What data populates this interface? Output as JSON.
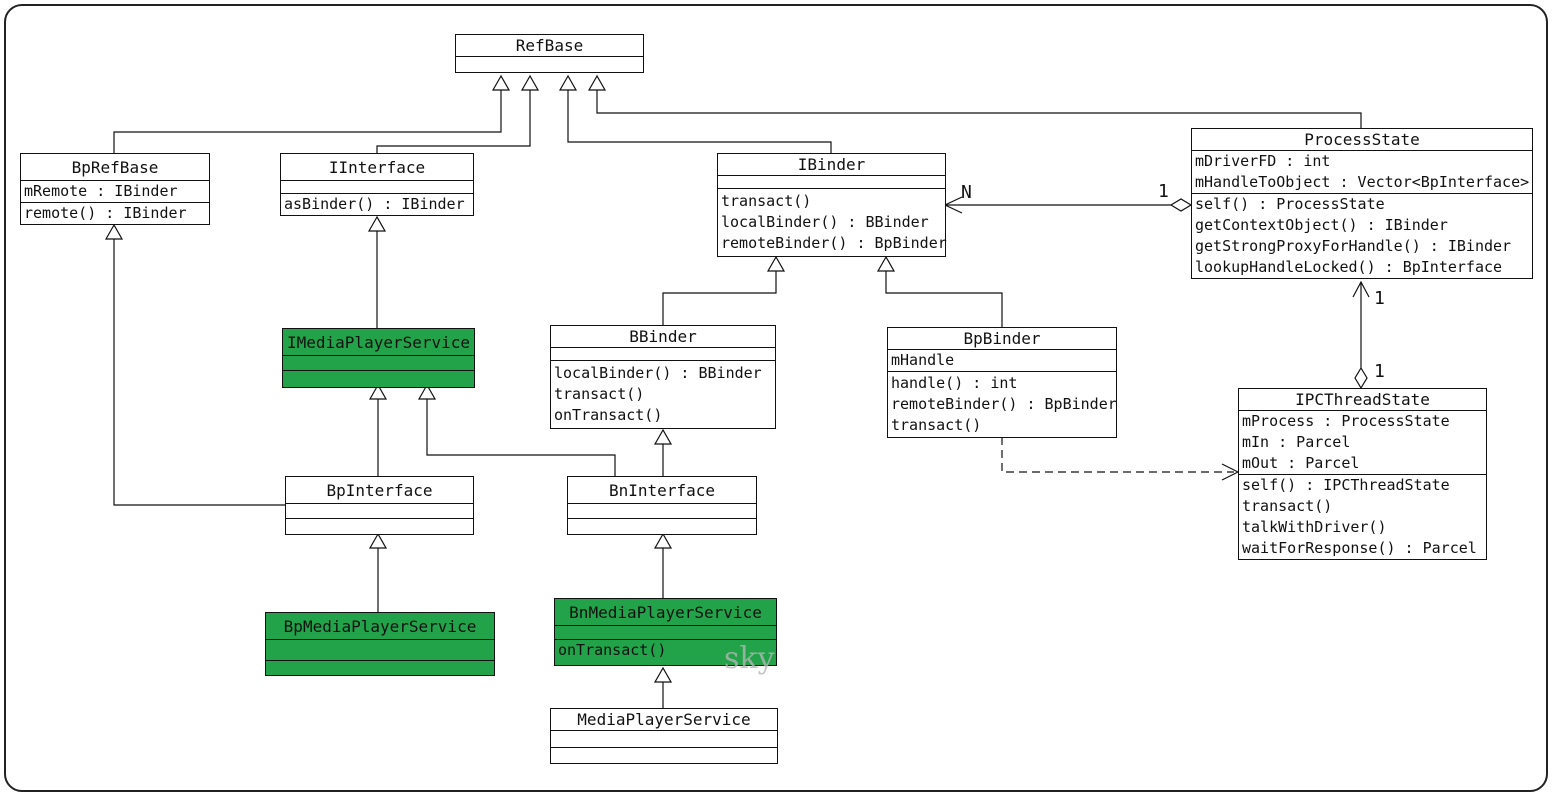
{
  "diagram": {
    "watermark": "sky",
    "colors": {
      "highlight_green": "#22a34a",
      "box_background": "#ffffff",
      "line": "#111111"
    },
    "classes": [
      {
        "name": "RefBase",
        "attributes": [],
        "methods": []
      },
      {
        "name": "BpRefBase",
        "attributes": [
          "mRemote : IBinder"
        ],
        "methods": [
          "remote() : IBinder"
        ]
      },
      {
        "name": "IInterface",
        "attributes": [],
        "methods": [
          "asBinder() : IBinder"
        ]
      },
      {
        "name": "IBinder",
        "attributes": [],
        "methods": [
          "transact()",
          "localBinder() : BBinder",
          "remoteBinder() : BpBinder"
        ]
      },
      {
        "name": "ProcessState",
        "attributes": [
          "mDriverFD : int",
          "mHandleToObject : Vector<BpInterface>"
        ],
        "methods": [
          "self() : ProcessState",
          "getContextObject() : IBinder",
          "getStrongProxyForHandle() : IBinder",
          "lookupHandleLocked() : BpInterface"
        ]
      },
      {
        "name": "IMediaPlayerService",
        "attributes": [],
        "methods": [],
        "highlighted": true
      },
      {
        "name": "BBinder",
        "attributes": [],
        "methods": [
          "localBinder() : BBinder",
          "transact()",
          "onTransact()"
        ]
      },
      {
        "name": "BpBinder",
        "attributes": [
          "mHandle"
        ],
        "methods": [
          "handle() : int",
          "remoteBinder() : BpBinder",
          "transact()"
        ]
      },
      {
        "name": "IPCThreadState",
        "attributes": [
          "mProcess : ProcessState",
          "mIn : Parcel",
          "mOut : Parcel"
        ],
        "methods": [
          "self() : IPCThreadState",
          "transact()",
          "talkWithDriver()",
          "waitForResponse() : Parcel"
        ]
      },
      {
        "name": "BpInterface",
        "attributes": [],
        "methods": []
      },
      {
        "name": "BnInterface",
        "attributes": [],
        "methods": []
      },
      {
        "name": "BpMediaPlayerService",
        "attributes": [],
        "methods": [],
        "highlighted": true
      },
      {
        "name": "BnMediaPlayerService",
        "attributes": [],
        "methods": [
          "onTransact()"
        ],
        "highlighted": true
      },
      {
        "name": "MediaPlayerService",
        "attributes": [],
        "methods": []
      }
    ],
    "multiplicities": {
      "ibinder_end": "N",
      "processstate_left_end": "1",
      "processstate_bottom_end": "1",
      "ipcthreadstate_top_end": "1"
    }
  }
}
